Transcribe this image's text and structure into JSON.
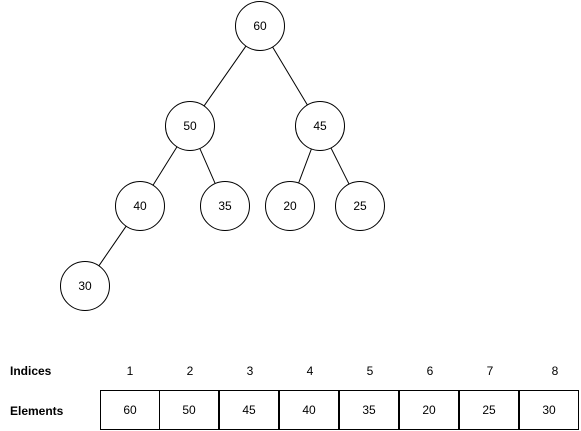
{
  "tree": {
    "nodes": [
      {
        "id": "n1",
        "value": "60"
      },
      {
        "id": "n2",
        "value": "50"
      },
      {
        "id": "n3",
        "value": "45"
      },
      {
        "id": "n4",
        "value": "40"
      },
      {
        "id": "n5",
        "value": "35"
      },
      {
        "id": "n6",
        "value": "20"
      },
      {
        "id": "n7",
        "value": "25"
      },
      {
        "id": "n8",
        "value": "30"
      }
    ],
    "edges": [
      {
        "from": "n1",
        "to": "n2"
      },
      {
        "from": "n1",
        "to": "n3"
      },
      {
        "from": "n2",
        "to": "n4"
      },
      {
        "from": "n2",
        "to": "n5"
      },
      {
        "from": "n3",
        "to": "n6"
      },
      {
        "from": "n3",
        "to": "n7"
      },
      {
        "from": "n4",
        "to": "n8"
      }
    ]
  },
  "array_table": {
    "indices_label": "Indices",
    "elements_label": "Elements",
    "indices": [
      "1",
      "2",
      "3",
      "4",
      "5",
      "6",
      "7",
      "8"
    ],
    "elements": [
      "60",
      "50",
      "45",
      "40",
      "35",
      "20",
      "25",
      "30"
    ]
  }
}
